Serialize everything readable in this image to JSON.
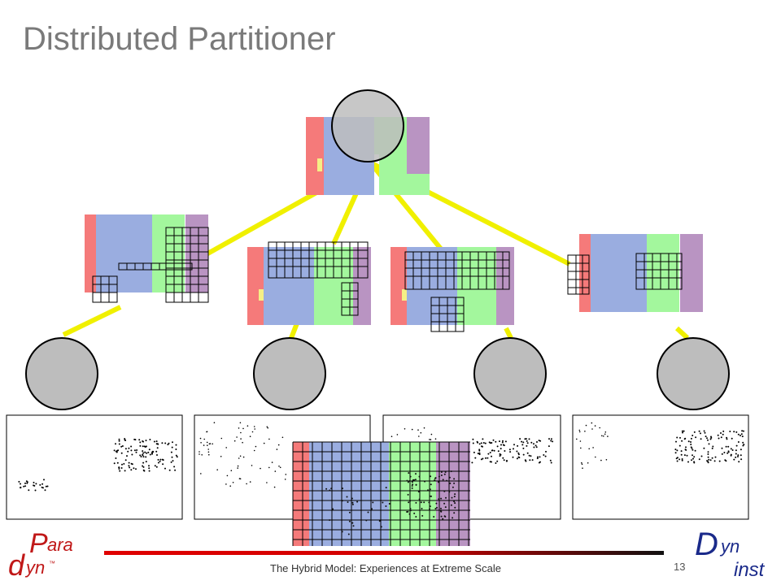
{
  "slide": {
    "title": "Distributed Partitioner",
    "footer": "The Hybrid Model: Experiences at Extreme Scale",
    "page_number": "13"
  },
  "logos": {
    "left": {
      "big1": "P",
      "small1": "ara",
      "big2": "d",
      "small2": "yn",
      "tm": "™"
    },
    "right": {
      "big": "D",
      "top": "yn",
      "bottom": "inst"
    }
  },
  "colors": {
    "red": "#f57a7a",
    "blue": "#9aade0",
    "green": "#a3f79d",
    "purple": "#b994c2",
    "yellow": "#f5ef86",
    "node": "#bdbdbd",
    "edge": "#f0f000",
    "footer_line_start": "#e00000",
    "footer_line_end": "#111111"
  }
}
